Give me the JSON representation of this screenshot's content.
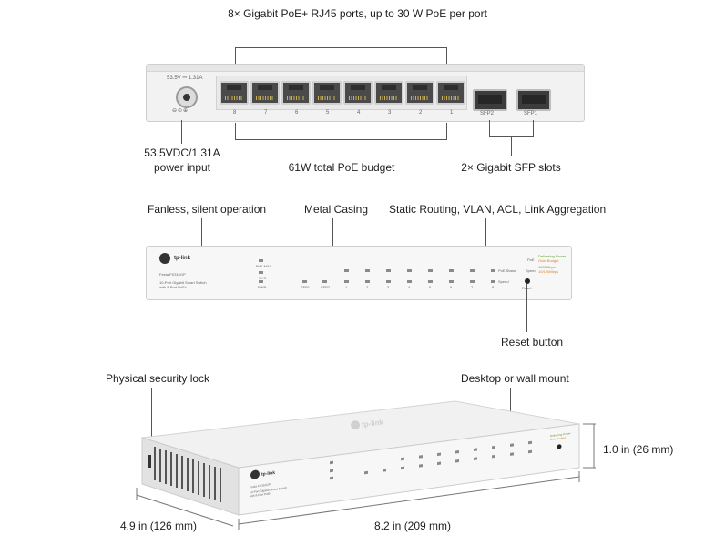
{
  "callouts": {
    "poe_ports": "8× Gigabit PoE+ RJ45 ports, up to 30 W PoE per port",
    "power_input_line1": "53.5VDC/1.31A",
    "power_input_line2": "power input",
    "poe_budget": "61W total PoE budget",
    "sfp_slots": "2× Gigabit SFP slots",
    "fanless": "Fanless, silent operation",
    "metal_casing": "Metal Casing",
    "features": "Static Routing, VLAN, ACL, Link Aggregation",
    "reset_button": "Reset button",
    "security_lock": "Physical security lock",
    "mount": "Desktop or wall mount",
    "height": "1.0 in (26 mm)",
    "depth": "4.9 in (126 mm)",
    "width": "8.2 in (209 mm)"
  },
  "rear_panel": {
    "power_rating": "53.5V ⎓ 1.31A",
    "port_numbers": [
      "8",
      "7",
      "6",
      "5",
      "4",
      "3",
      "2",
      "1"
    ],
    "sfp_labels": [
      "SFP2",
      "SFP1"
    ]
  },
  "front_panel": {
    "brand": "tp-link",
    "model": "Festa FS310GP",
    "desc_line1": "10-Port Gigabit Smart Switch",
    "desc_line2": "with 8-Port PoE+",
    "led_group_labels": [
      "PoE MAX",
      "SYS",
      "PWR"
    ],
    "sfp_labels": [
      "SFP1",
      "SFP2"
    ],
    "port_numbers": [
      "1",
      "2",
      "3",
      "4",
      "5",
      "6",
      "7",
      "8"
    ],
    "row_labels": [
      "PoE Status",
      "Speed"
    ],
    "legend_poe": "PoE",
    "legend_poe_items": [
      "Delivering Power",
      "Over Budget"
    ],
    "legend_speed": "Speed",
    "legend_speed_items": [
      "1000Mbps",
      "10/100Mbps"
    ],
    "reset_label": "Reset"
  },
  "colors": {
    "line": "#555555",
    "chassis": "#f2f2f2",
    "led_green": "#7bc043",
    "led_orange": "#f2a33a"
  }
}
